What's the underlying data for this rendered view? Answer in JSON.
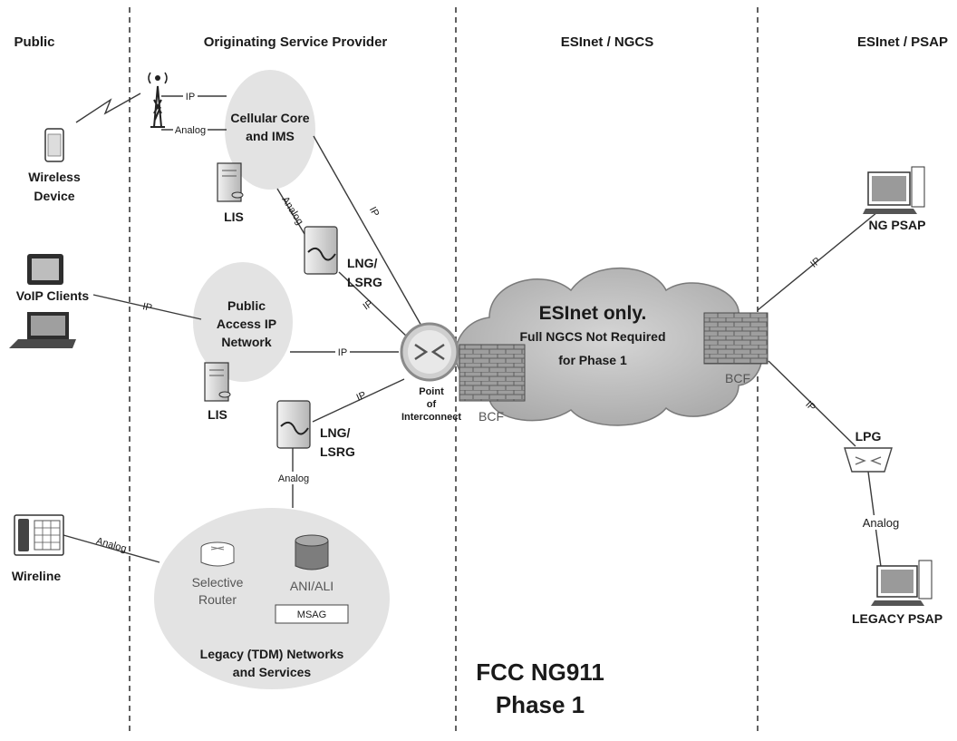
{
  "columns": {
    "public": "Public",
    "osp": "Originating Service Provider",
    "esinet_ngcs": "ESInet / NGCS",
    "esinet_psap": "ESInet / PSAP"
  },
  "devices": {
    "wireless_line1": "Wireless",
    "wireless_line2": "Device",
    "voip": "VoIP Clients",
    "wireline": "Wireline"
  },
  "networks": {
    "cellular_line1": "Cellular Core",
    "cellular_line2": "and IMS",
    "public_ip_line1": "Public",
    "public_ip_line2": "Access IP",
    "public_ip_line3": "Network",
    "lis": "LIS",
    "lng_line1": "LNG/",
    "lng_line2": "LSRG",
    "selective_line1": "Selective",
    "selective_line2": "Router",
    "ani_ali": "ANI/ALI",
    "msag": "MSAG",
    "legacy_line1": "Legacy (TDM) Networks",
    "legacy_line2": "and Services"
  },
  "poi": {
    "line1": "Point",
    "line2": "of",
    "line3": "Interconnect"
  },
  "cloud": {
    "line1": "ESInet only.",
    "line2": "Full NGCS Not Required",
    "line3": "for Phase 1"
  },
  "bcf": "BCF",
  "psap": {
    "ng": "NG PSAP",
    "lpg": "LPG",
    "legacy": "LEGACY PSAP"
  },
  "links": {
    "ip": "IP",
    "analog": "Analog"
  },
  "footer": {
    "line1": "FCC NG911",
    "line2": "Phase 1"
  },
  "colors": {
    "ellipse": "#e3e3e3",
    "cloud": "#bdbdbd",
    "brick": "#9a9a9a",
    "line": "#3a3a3a"
  }
}
